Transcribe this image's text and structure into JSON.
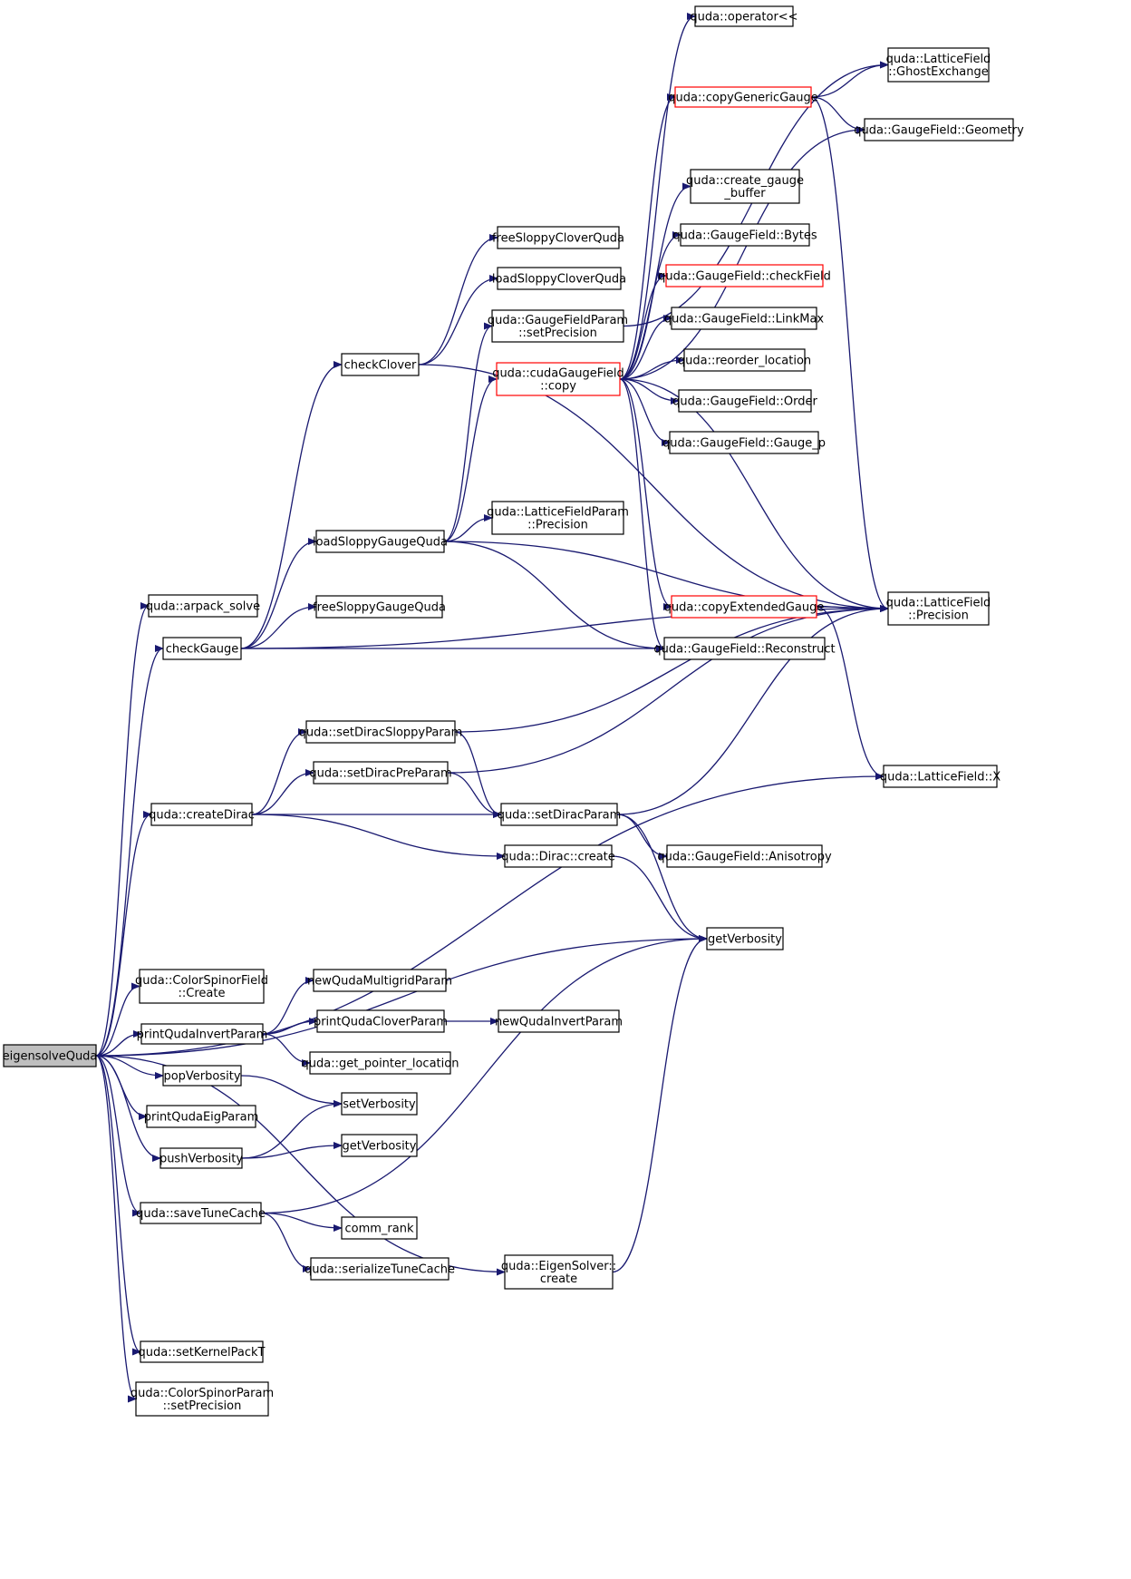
{
  "colors": {
    "edge": "#191970",
    "node_border": "#000000",
    "node_border_highlight": "#ff0000",
    "root_fill": "#bfbfbf",
    "node_fill": "#ffffff"
  },
  "nodes": [
    {
      "id": "eigensolveQuda",
      "lines": [
        "eigensolveQuda"
      ],
      "root": true
    },
    {
      "id": "arpack_solve",
      "lines": [
        "quda::arpack_solve"
      ]
    },
    {
      "id": "checkGauge",
      "lines": [
        "checkGauge"
      ]
    },
    {
      "id": "checkClover",
      "lines": [
        "checkClover"
      ]
    },
    {
      "id": "freeSloppyCloverQuda",
      "lines": [
        "freeSloppyCloverQuda"
      ]
    },
    {
      "id": "loadSloppyCloverQuda",
      "lines": [
        "loadSloppyCloverQuda"
      ]
    },
    {
      "id": "gfp_setPrecision",
      "lines": [
        "quda::GaugeFieldParam",
        "::setPrecision"
      ]
    },
    {
      "id": "cudaGaugeField_copy",
      "lines": [
        "quda::cudaGaugeField",
        "::copy"
      ],
      "highlight": true
    },
    {
      "id": "operator_ll",
      "lines": [
        "quda::operator<<"
      ]
    },
    {
      "id": "copyGenericGauge",
      "lines": [
        "quda::copyGenericGauge"
      ],
      "highlight": true
    },
    {
      "id": "GhostExchange",
      "lines": [
        "quda::LatticeField",
        "::GhostExchange"
      ]
    },
    {
      "id": "Geometry",
      "lines": [
        "quda::GaugeField::Geometry"
      ]
    },
    {
      "id": "create_gauge_buffer",
      "lines": [
        "quda::create_gauge",
        "_buffer"
      ]
    },
    {
      "id": "Bytes",
      "lines": [
        "quda::GaugeField::Bytes"
      ]
    },
    {
      "id": "checkField",
      "lines": [
        "quda::GaugeField::checkField"
      ],
      "highlight": true
    },
    {
      "id": "LinkMax",
      "lines": [
        "quda::GaugeField::LinkMax"
      ]
    },
    {
      "id": "reorder_location",
      "lines": [
        "quda::reorder_location"
      ]
    },
    {
      "id": "Order",
      "lines": [
        "quda::GaugeField::Order"
      ]
    },
    {
      "id": "Gauge_p",
      "lines": [
        "quda::GaugeField::Gauge_p"
      ]
    },
    {
      "id": "loadSloppyGaugeQuda",
      "lines": [
        "loadSloppyGaugeQuda"
      ]
    },
    {
      "id": "lfp_Precision",
      "lines": [
        "quda::LatticeFieldParam",
        "::Precision"
      ]
    },
    {
      "id": "freeSloppyGaugeQuda",
      "lines": [
        "freeSloppyGaugeQuda"
      ]
    },
    {
      "id": "copyExtendedGauge",
      "lines": [
        "quda::copyExtendedGauge"
      ],
      "highlight": true
    },
    {
      "id": "lf_Precision",
      "lines": [
        "quda::LatticeField",
        "::Precision"
      ]
    },
    {
      "id": "Reconstruct",
      "lines": [
        "quda::GaugeField::Reconstruct"
      ]
    },
    {
      "id": "setDiracSloppyParam",
      "lines": [
        "quda::setDiracSloppyParam"
      ]
    },
    {
      "id": "setDiracPreParam",
      "lines": [
        "quda::setDiracPreParam"
      ]
    },
    {
      "id": "createDirac",
      "lines": [
        "quda::createDirac"
      ]
    },
    {
      "id": "setDiracParam",
      "lines": [
        "quda::setDiracParam"
      ]
    },
    {
      "id": "lf_X",
      "lines": [
        "quda::LatticeField::X"
      ]
    },
    {
      "id": "Anisotropy",
      "lines": [
        "quda::GaugeField::Anisotropy"
      ]
    },
    {
      "id": "Dirac_create",
      "lines": [
        "quda::Dirac::create"
      ]
    },
    {
      "id": "getVerbosity_main",
      "lines": [
        "getVerbosity"
      ]
    },
    {
      "id": "csf_Create",
      "lines": [
        "quda::ColorSpinorField",
        "::Create"
      ]
    },
    {
      "id": "newQudaMultigridParam",
      "lines": [
        "newQudaMultigridParam"
      ]
    },
    {
      "id": "printQudaInvertParam",
      "lines": [
        "printQudaInvertParam"
      ]
    },
    {
      "id": "printQudaCloverParam",
      "lines": [
        "printQudaCloverParam"
      ]
    },
    {
      "id": "newQudaInvertParam",
      "lines": [
        "newQudaInvertParam"
      ]
    },
    {
      "id": "get_pointer_location",
      "lines": [
        "quda::get_pointer_location"
      ]
    },
    {
      "id": "popVerbosity",
      "lines": [
        "popVerbosity"
      ]
    },
    {
      "id": "setVerbosity",
      "lines": [
        "setVerbosity"
      ]
    },
    {
      "id": "printQudaEigParam",
      "lines": [
        "printQudaEigParam"
      ]
    },
    {
      "id": "pushVerbosity",
      "lines": [
        "pushVerbosity"
      ]
    },
    {
      "id": "getVerbosity_small",
      "lines": [
        "getVerbosity"
      ]
    },
    {
      "id": "saveTuneCache",
      "lines": [
        "quda::saveTuneCache"
      ]
    },
    {
      "id": "comm_rank",
      "lines": [
        "comm_rank"
      ]
    },
    {
      "id": "serializeTuneCache",
      "lines": [
        "quda::serializeTuneCache"
      ]
    },
    {
      "id": "EigenSolver_create",
      "lines": [
        "quda::EigenSolver::",
        "create"
      ]
    },
    {
      "id": "setKernelPackT",
      "lines": [
        "quda::setKernelPackT"
      ]
    },
    {
      "id": "csp_setPrecision",
      "lines": [
        "quda::ColorSpinorParam",
        "::setPrecision"
      ]
    }
  ],
  "edges": [
    [
      "eigensolveQuda",
      "arpack_solve"
    ],
    [
      "eigensolveQuda",
      "checkGauge"
    ],
    [
      "eigensolveQuda",
      "createDirac"
    ],
    [
      "eigensolveQuda",
      "lf_X"
    ],
    [
      "eigensolveQuda",
      "getVerbosity_main"
    ],
    [
      "eigensolveQuda",
      "csf_Create"
    ],
    [
      "eigensolveQuda",
      "printQudaInvertParam"
    ],
    [
      "eigensolveQuda",
      "popVerbosity"
    ],
    [
      "eigensolveQuda",
      "printQudaEigParam"
    ],
    [
      "eigensolveQuda",
      "pushVerbosity"
    ],
    [
      "eigensolveQuda",
      "saveTuneCache"
    ],
    [
      "eigensolveQuda",
      "EigenSolver_create"
    ],
    [
      "eigensolveQuda",
      "setKernelPackT"
    ],
    [
      "eigensolveQuda",
      "csp_setPrecision"
    ],
    [
      "checkGauge",
      "checkClover"
    ],
    [
      "checkGauge",
      "loadSloppyGaugeQuda"
    ],
    [
      "checkGauge",
      "freeSloppyGaugeQuda"
    ],
    [
      "checkGauge",
      "Reconstruct"
    ],
    [
      "checkGauge",
      "lf_Precision"
    ],
    [
      "checkClover",
      "freeSloppyCloverQuda"
    ],
    [
      "checkClover",
      "loadSloppyCloverQuda"
    ],
    [
      "checkClover",
      "lf_Precision"
    ],
    [
      "loadSloppyGaugeQuda",
      "gfp_setPrecision"
    ],
    [
      "loadSloppyGaugeQuda",
      "cudaGaugeField_copy"
    ],
    [
      "loadSloppyGaugeQuda",
      "lfp_Precision"
    ],
    [
      "loadSloppyGaugeQuda",
      "lf_Precision"
    ],
    [
      "loadSloppyGaugeQuda",
      "Reconstruct"
    ],
    [
      "gfp_setPrecision",
      "GhostExchange"
    ],
    [
      "cudaGaugeField_copy",
      "operator_ll"
    ],
    [
      "cudaGaugeField_copy",
      "copyGenericGauge"
    ],
    [
      "cudaGaugeField_copy",
      "Geometry"
    ],
    [
      "cudaGaugeField_copy",
      "create_gauge_buffer"
    ],
    [
      "cudaGaugeField_copy",
      "Bytes"
    ],
    [
      "cudaGaugeField_copy",
      "checkField"
    ],
    [
      "cudaGaugeField_copy",
      "LinkMax"
    ],
    [
      "cudaGaugeField_copy",
      "reorder_location"
    ],
    [
      "cudaGaugeField_copy",
      "Order"
    ],
    [
      "cudaGaugeField_copy",
      "Gauge_p"
    ],
    [
      "cudaGaugeField_copy",
      "lf_Precision"
    ],
    [
      "cudaGaugeField_copy",
      "copyExtendedGauge"
    ],
    [
      "cudaGaugeField_copy",
      "Reconstruct"
    ],
    [
      "copyGenericGauge",
      "GhostExchange"
    ],
    [
      "copyGenericGauge",
      "Geometry"
    ],
    [
      "copyGenericGauge",
      "lf_Precision"
    ],
    [
      "copyExtendedGauge",
      "lf_Precision"
    ],
    [
      "copyExtendedGauge",
      "lf_X"
    ],
    [
      "createDirac",
      "setDiracSloppyParam"
    ],
    [
      "createDirac",
      "setDiracPreParam"
    ],
    [
      "createDirac",
      "setDiracParam"
    ],
    [
      "createDirac",
      "Dirac_create"
    ],
    [
      "setDiracSloppyParam",
      "lf_Precision"
    ],
    [
      "setDiracSloppyParam",
      "setDiracParam"
    ],
    [
      "setDiracPreParam",
      "lf_Precision"
    ],
    [
      "setDiracPreParam",
      "setDiracParam"
    ],
    [
      "setDiracParam",
      "lf_Precision"
    ],
    [
      "setDiracParam",
      "Anisotropy"
    ],
    [
      "setDiracParam",
      "getVerbosity_main"
    ],
    [
      "Dirac_create",
      "getVerbosity_main"
    ],
    [
      "printQudaInvertParam",
      "newQudaMultigridParam"
    ],
    [
      "printQudaInvertParam",
      "printQudaCloverParam"
    ],
    [
      "printQudaInvertParam",
      "get_pointer_location"
    ],
    [
      "printQudaCloverParam",
      "newQudaInvertParam"
    ],
    [
      "popVerbosity",
      "setVerbosity"
    ],
    [
      "pushVerbosity",
      "setVerbosity"
    ],
    [
      "pushVerbosity",
      "getVerbosity_small"
    ],
    [
      "saveTuneCache",
      "getVerbosity_main"
    ],
    [
      "saveTuneCache",
      "comm_rank"
    ],
    [
      "saveTuneCache",
      "serializeTuneCache"
    ],
    [
      "EigenSolver_create",
      "getVerbosity_main"
    ]
  ]
}
